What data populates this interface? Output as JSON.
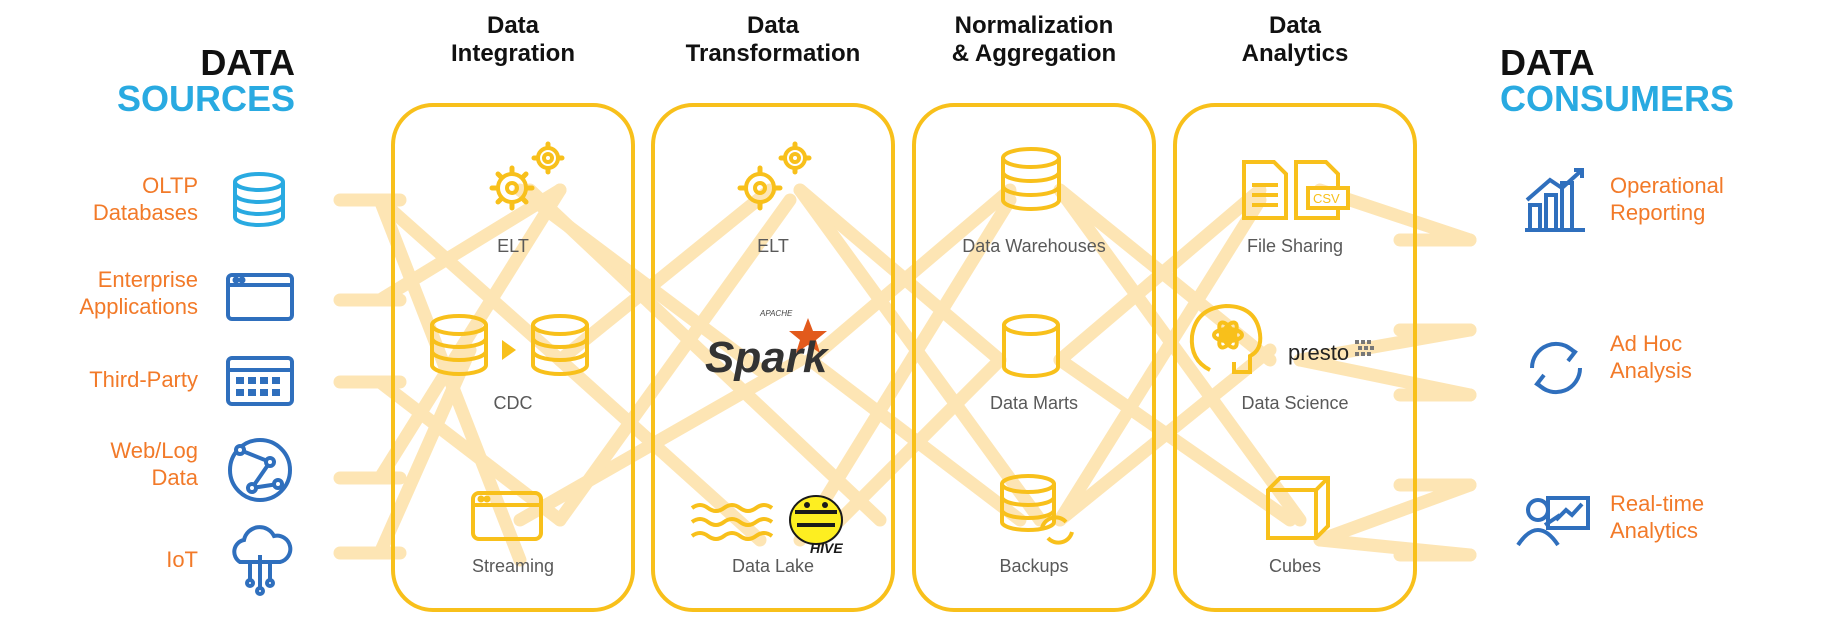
{
  "sources": {
    "title_line1": "DATA",
    "title_line2": "SOURCES",
    "items": [
      {
        "label": "OLTP\nDatabases",
        "icon": "database-icon"
      },
      {
        "label": "Enterprise\nApplications",
        "icon": "app-window-icon"
      },
      {
        "label": "Third-Party",
        "icon": "calendar-grid-icon"
      },
      {
        "label": "Web/Log\nData",
        "icon": "globe-network-icon"
      },
      {
        "label": "IoT",
        "icon": "cloud-iot-icon"
      }
    ]
  },
  "consumers": {
    "title_line1": "DATA",
    "title_line2": "CONSUMERS",
    "items": [
      {
        "label": "Operational\nReporting",
        "icon": "bar-chart-icon"
      },
      {
        "label": "Ad Hoc\nAnalysis",
        "icon": "refresh-icon"
      },
      {
        "label": "Real-time\nAnalytics",
        "icon": "presenter-icon"
      }
    ]
  },
  "columns": [
    {
      "title": "Data\nIntegration",
      "nodes": [
        {
          "label": "ELT"
        },
        {
          "label": "CDC"
        },
        {
          "label": "Streaming"
        }
      ]
    },
    {
      "title": "Data\nTransformation",
      "nodes": [
        {
          "label": "ELT"
        },
        {
          "label": "",
          "logo_text": "Spark",
          "logo_small": "APACHE"
        },
        {
          "label": "Data Lake",
          "logo_text": "HIVE"
        }
      ]
    },
    {
      "title": "Normalization\n& Aggregation",
      "nodes": [
        {
          "label": "Data Warehouses"
        },
        {
          "label": "Data Marts"
        },
        {
          "label": "Backups"
        }
      ]
    },
    {
      "title": "Data\nAnalytics",
      "nodes": [
        {
          "label": "File Sharing",
          "icon_text": "CSV"
        },
        {
          "label": "Data Science",
          "logo_text": "presto"
        },
        {
          "label": "Cubes"
        }
      ]
    }
  ],
  "colors": {
    "orange": "#f27a29",
    "blue": "#29aae1",
    "icon_blue": "#2f6fbd",
    "gold": "#f8c01b",
    "flow": "#fde1a8"
  }
}
